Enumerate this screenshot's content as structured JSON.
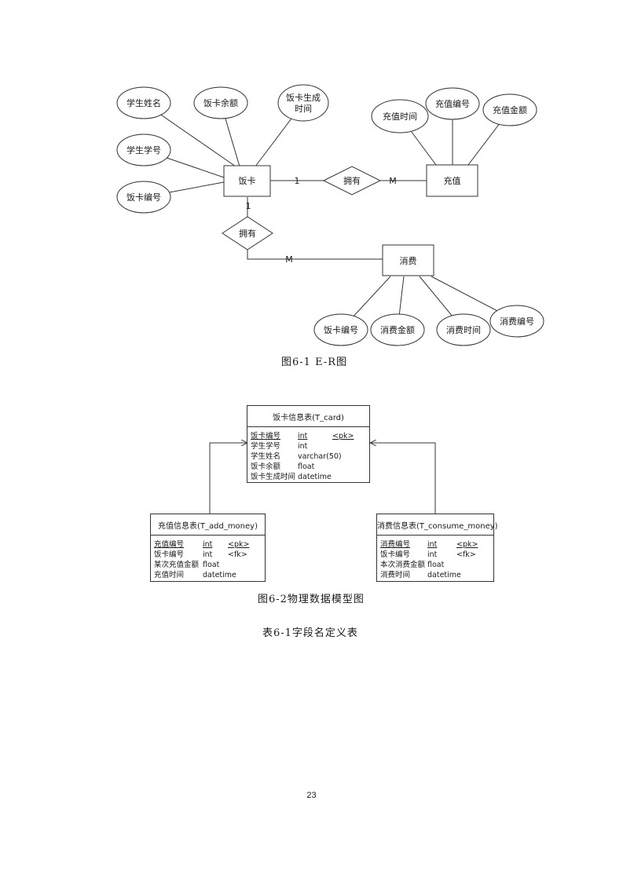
{
  "er": {
    "entities": {
      "card": "饭卡",
      "recharge": "充值",
      "consume": "消费"
    },
    "relationships": {
      "has_recharge": "拥有",
      "has_consume": "拥有"
    },
    "cardinality": {
      "card_recharge_left": "1",
      "card_recharge_right": "M",
      "card_consume_top": "1",
      "card_consume_bottom": "M"
    },
    "attributes": {
      "student_name": "学生姓名",
      "card_balance": "饭卡余额",
      "card_created_time_1": "饭卡生成",
      "card_created_time_2": "时间",
      "student_id": "学生学号",
      "card_no": "饭卡编号",
      "recharge_time": "充值时间",
      "recharge_no": "充值编号",
      "recharge_amount": "充值金额",
      "consume_card_no": "饭卡编号",
      "consume_amount": "消费金额",
      "consume_time": "消费时间",
      "consume_no": "消费编号"
    }
  },
  "captions": {
    "fig1": "图6-1  E-R图",
    "fig2": "图6-2物理数据模型图",
    "table1": "表6-1字段名定义表"
  },
  "tables": {
    "card": {
      "title": "饭卡信息表(T_card)",
      "rows": [
        {
          "name": "饭卡编号",
          "type": "int",
          "key": "<pk>"
        },
        {
          "name": "学生学号",
          "type": "int",
          "key": ""
        },
        {
          "name": "学生姓名",
          "type": "varchar(50)",
          "key": ""
        },
        {
          "name": "饭卡余额",
          "type": "float",
          "key": ""
        },
        {
          "name": "饭卡生成时间",
          "type": "datetime",
          "key": ""
        }
      ]
    },
    "add_money": {
      "title": "充值信息表(T_add_money)",
      "rows": [
        {
          "name": "充值编号",
          "type": "int",
          "key": "<pk>"
        },
        {
          "name": "饭卡编号",
          "type": "int",
          "key": "<fk>"
        },
        {
          "name": "某次充值金额",
          "type": "float",
          "key": ""
        },
        {
          "name": "充值时间",
          "type": "datetime",
          "key": ""
        }
      ]
    },
    "consume_money": {
      "title": "消费信息表(T_consume_money)",
      "rows": [
        {
          "name": "消费编号",
          "type": "int",
          "key": "<pk>"
        },
        {
          "name": "饭卡编号",
          "type": "int",
          "key": "<fk>"
        },
        {
          "name": "本次消费金额",
          "type": "float",
          "key": ""
        },
        {
          "name": "消费时间",
          "type": "datetime",
          "key": ""
        }
      ]
    }
  },
  "page_number": "23"
}
